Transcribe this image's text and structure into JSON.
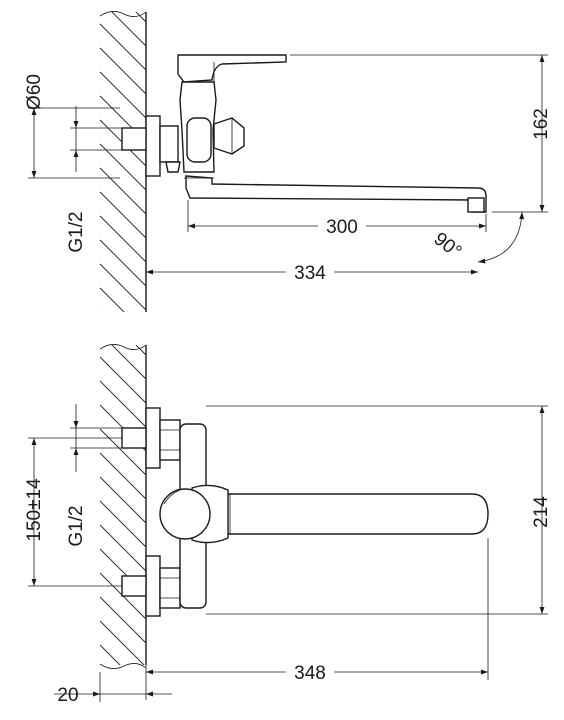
{
  "top_view": {
    "dim_diameter": "Ø60",
    "dim_thread": "G1/2",
    "dim_height": "162",
    "dim_spout_length": "300",
    "dim_total_length": "334",
    "dim_angle": "90°"
  },
  "front_view": {
    "dim_centers": "150±14",
    "dim_thread": "G1/2",
    "dim_height": "214",
    "dim_total_length": "348",
    "dim_offset": "20"
  }
}
